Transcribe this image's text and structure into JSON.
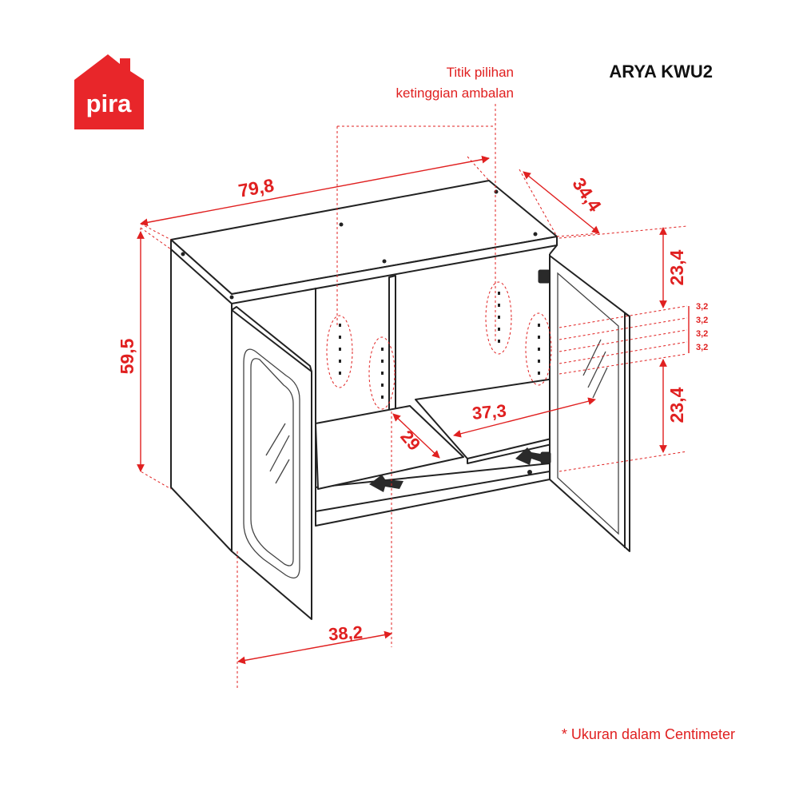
{
  "brand": {
    "logo_text": "pira",
    "color": "#e8262a"
  },
  "model": "ARYA KWU2",
  "note": {
    "line1": "Titik pilihan",
    "line2": "ketinggian ambalan"
  },
  "dimensions": {
    "width": "79,8",
    "depth": "34,4",
    "height": "59,5",
    "top_gap": "23,4",
    "bottom_gap": "23,4",
    "step1": "3,2",
    "step2": "3,2",
    "step3": "3,2",
    "step4": "3,2",
    "shelf_width": "37,3",
    "shelf_depth": "29",
    "half_width": "38,2"
  },
  "footnote": "* Ukuran dalam Centimeter",
  "colors": {
    "dimension": "#e02020",
    "outline": "#222222"
  }
}
